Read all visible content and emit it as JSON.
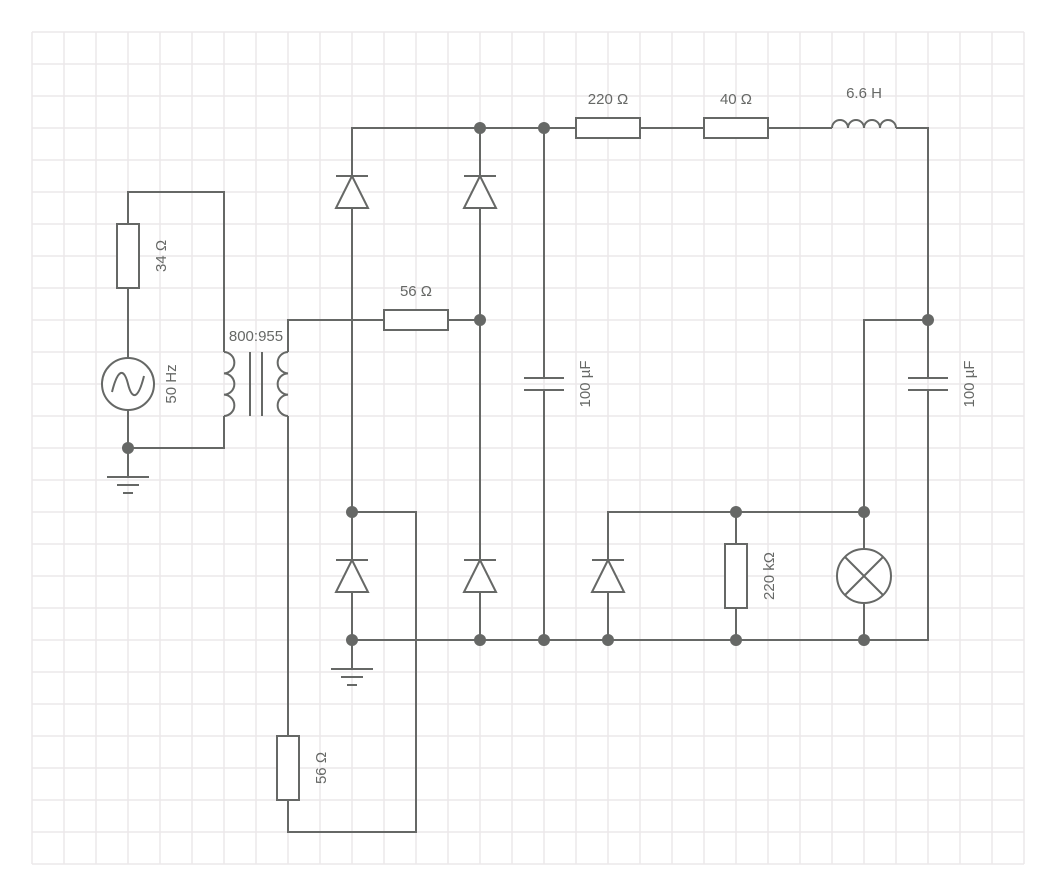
{
  "components": {
    "r_top1": "220 Ω",
    "r_top2": "40 Ω",
    "inductor": "6.6 H",
    "r_mid": "56 Ω",
    "r_source": "34 Ω",
    "source": "50 Hz",
    "transformer": "800:955",
    "cap_left": "100 µF",
    "cap_right": "100 µF",
    "r_load": "220 kΩ",
    "r_bottom": "56 Ω"
  },
  "colors": {
    "wire": "#666866",
    "grid": "#ece8ea"
  }
}
